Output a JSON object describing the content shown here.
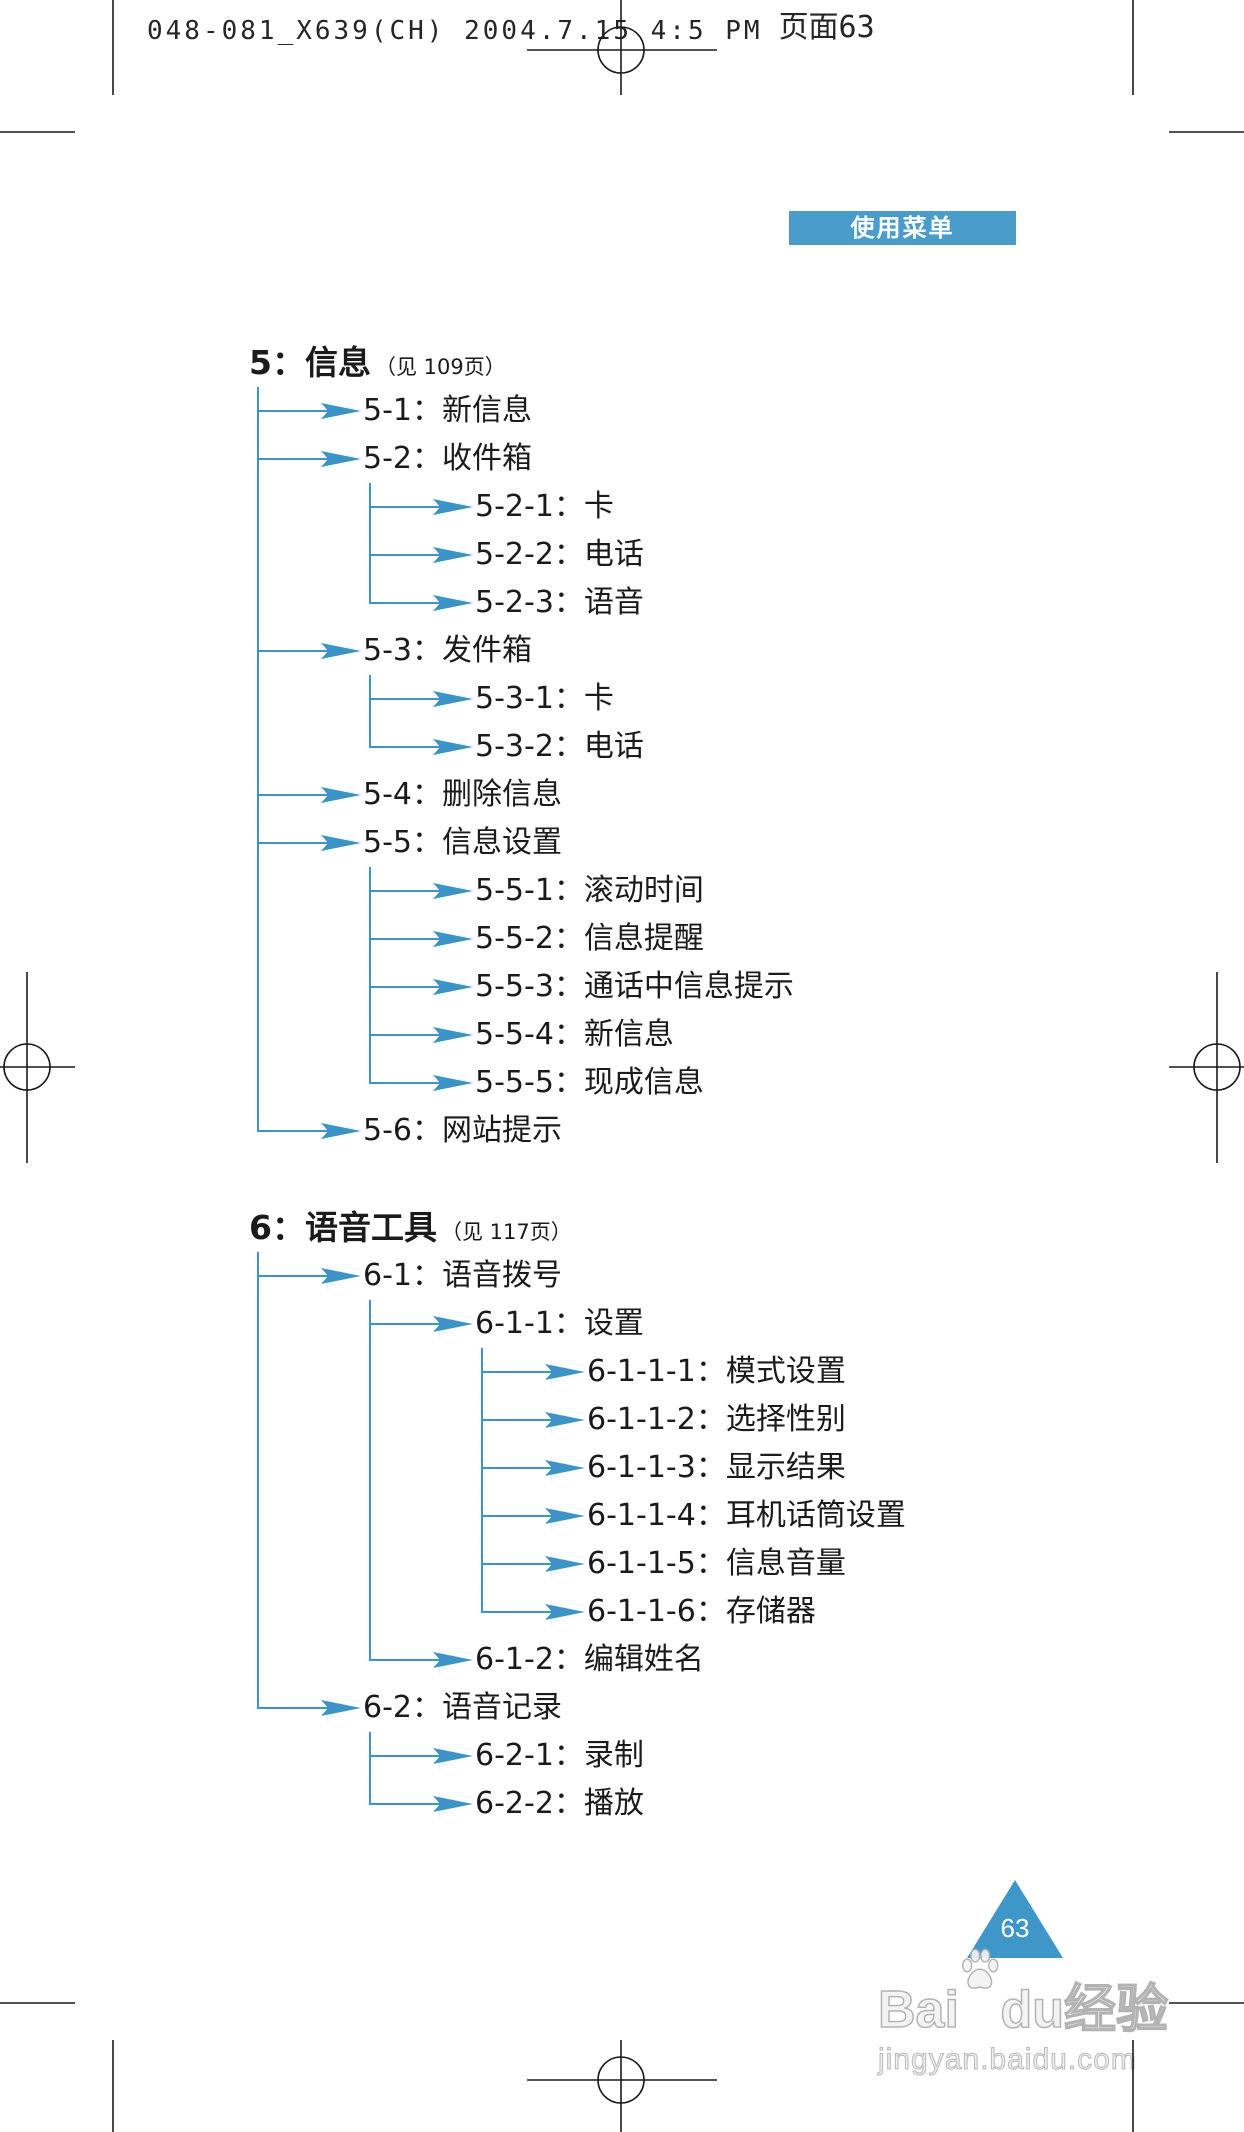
{
  "print_line": {
    "job": "048-081_X639(CH) 2004.7.15 4:5 PM",
    "page": "页面63"
  },
  "section_tag": "使用菜单",
  "sections": [
    {
      "heading": "5：信息",
      "ref": "（见 109页）",
      "items": [
        {
          "label": "5-1：新信息"
        },
        {
          "label": "5-2：收件箱",
          "children": [
            {
              "label": "5-2-1：卡"
            },
            {
              "label": "5-2-2：电话"
            },
            {
              "label": "5-2-3：语音"
            }
          ]
        },
        {
          "label": "5-3：发件箱",
          "children": [
            {
              "label": "5-3-1：卡"
            },
            {
              "label": "5-3-2：电话"
            }
          ]
        },
        {
          "label": "5-4：删除信息"
        },
        {
          "label": "5-5：信息设置",
          "children": [
            {
              "label": "5-5-1：滚动时间"
            },
            {
              "label": "5-5-2：信息提醒"
            },
            {
              "label": "5-5-3：通话中信息提示"
            },
            {
              "label": "5-5-4：新信息"
            },
            {
              "label": "5-5-5：现成信息"
            }
          ]
        },
        {
          "label": "5-6：网站提示"
        }
      ]
    },
    {
      "heading": "6：语音工具",
      "ref": "（见 117页）",
      "items": [
        {
          "label": "6-1：语音拨号",
          "children": [
            {
              "label": "6-1-1：设置",
              "children": [
                {
                  "label": "6-1-1-1：模式设置"
                },
                {
                  "label": "6-1-1-2：选择性别"
                },
                {
                  "label": "6-1-1-3：显示结果"
                },
                {
                  "label": "6-1-1-4：耳机话筒设置"
                },
                {
                  "label": "6-1-1-5：信息音量"
                },
                {
                  "label": "6-1-1-6：存储器"
                }
              ]
            },
            {
              "label": "6-1-2：编辑姓名"
            }
          ]
        },
        {
          "label": "6-2：语音记录",
          "children": [
            {
              "label": "6-2-1：录制"
            },
            {
              "label": "6-2-2：播放"
            }
          ]
        }
      ]
    }
  ],
  "page_number": "63",
  "watermark": {
    "brand_prefix": "Bai",
    "brand_suffix": "du经验",
    "url": "jingyan.baidu.com",
    "icon": "paw-icon"
  },
  "colors": {
    "accent": "#3b93c6",
    "tag": "#4a9ccb",
    "badge": "#3f97c9",
    "text": "#1b1b1b"
  }
}
